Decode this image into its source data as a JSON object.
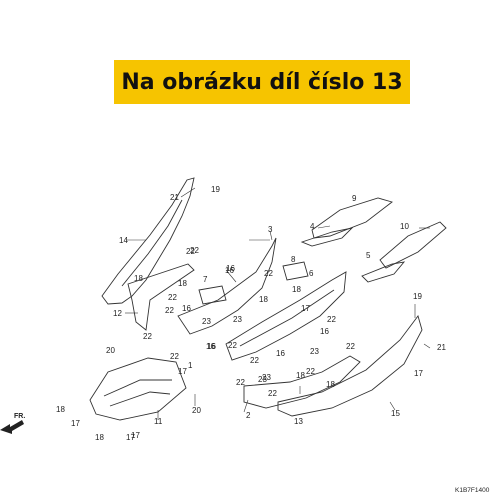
{
  "banner": {
    "text": "Na obrázku díl číslo 13",
    "color": "#f6c400"
  },
  "diagram": {
    "code": "K1B7F1400",
    "front_marker": "FR.",
    "callouts": [
      "21",
      "19",
      "14",
      "22",
      "18",
      "18",
      "22",
      "12",
      "22",
      "16",
      "16",
      "23",
      "22",
      "22",
      "20",
      "17",
      "18",
      "17",
      "18",
      "17",
      "11",
      "20",
      "9",
      "10",
      "4",
      "5",
      "3",
      "7",
      "16",
      "22",
      "8",
      "6",
      "18",
      "18",
      "17",
      "16",
      "23",
      "22",
      "16",
      "22",
      "16",
      "23",
      "22",
      "22",
      "23",
      "18",
      "22",
      "22",
      "18",
      "23",
      "22",
      "17",
      "2",
      "13",
      "15",
      "19",
      "21",
      "17",
      "1",
      "22",
      "16"
    ]
  }
}
